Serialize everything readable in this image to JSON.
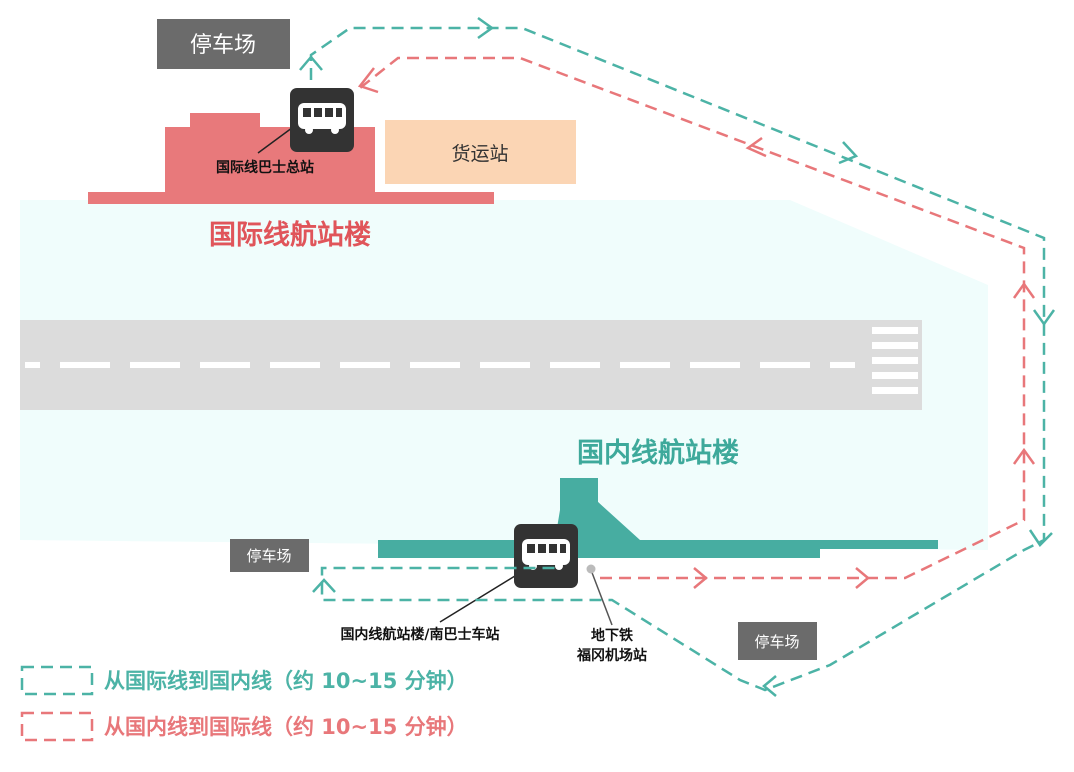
{
  "labels": {
    "parking_top": "停车场",
    "parking_left": "停车场",
    "parking_right": "停车场",
    "cargo_station": "货运站",
    "intl_terminal": "国际线航站楼",
    "intl_bus_station": "国际线巴士总站",
    "domestic_terminal": "国内线航站楼",
    "domestic_bus_station": "国内线航站楼/南巴士车站",
    "subway_line1": "地下铁",
    "subway_line2": "福冈机场站"
  },
  "legend": [
    {
      "text": "从国际线到国内线（约 10~15 分钟）",
      "color": "#4cb3a6"
    },
    {
      "text": "从国内线到国际线（约 10~15 分钟）",
      "color": "#e8777a"
    }
  ],
  "colors": {
    "intl": "#e8797b",
    "domestic": "#47ada1",
    "cargo": "#fbd5b4",
    "apron": "#f0fdfc",
    "runway": "#dcdcdc",
    "parking": "#6b6b6b",
    "bus_icon": "#333333"
  }
}
